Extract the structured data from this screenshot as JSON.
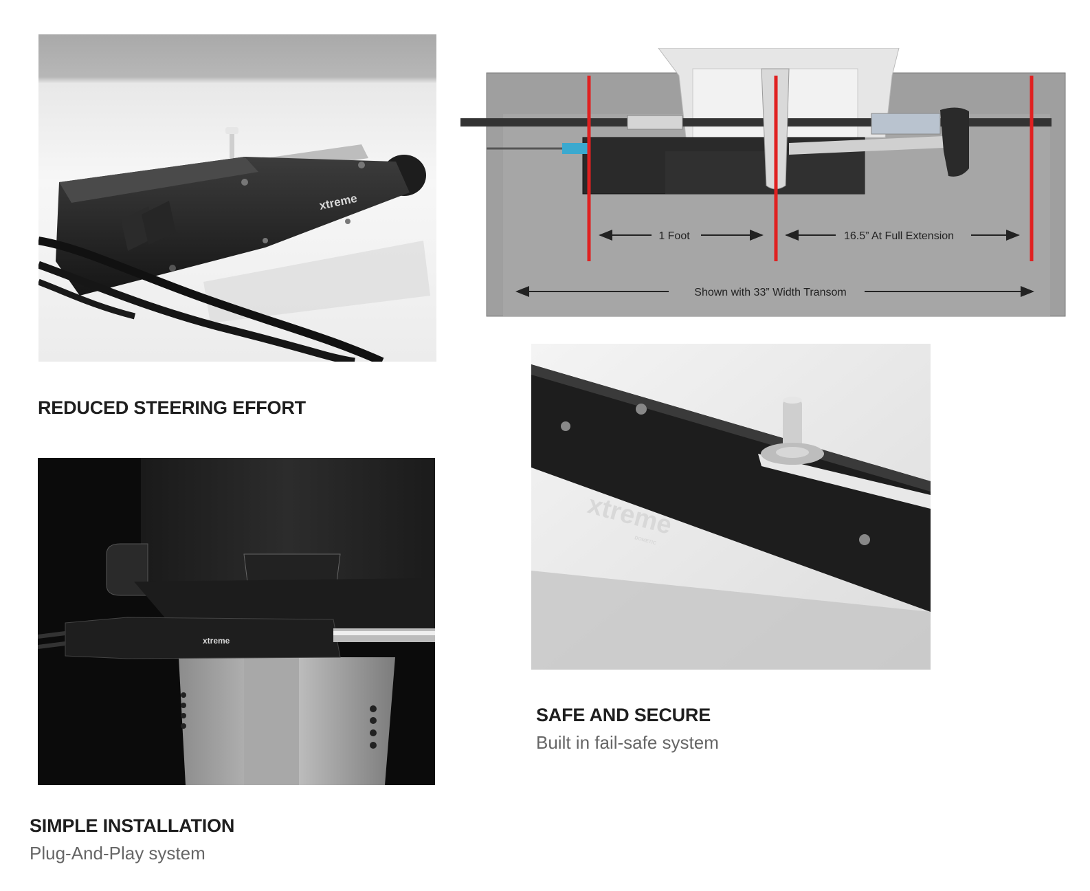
{
  "sections": {
    "reduced": {
      "title": "REDUCED STEERING EFFORT"
    },
    "installation": {
      "title": "SIMPLE INSTALLATION",
      "subtitle": "Plug-And-Play system"
    },
    "secure": {
      "title": "SAFE AND SECURE",
      "subtitle": "Built in fail-safe system"
    }
  },
  "diagram": {
    "left_dimension": "1 Foot",
    "right_dimension": "16.5” At Full Extension",
    "width_dimension": "Shown with 33” Width Transom",
    "marker_color": "#e02020"
  },
  "brand": {
    "name": "xtreme",
    "maker": "DOMETIC"
  },
  "colors": {
    "heading": "#1e1e1e",
    "subtitle": "#666666"
  }
}
